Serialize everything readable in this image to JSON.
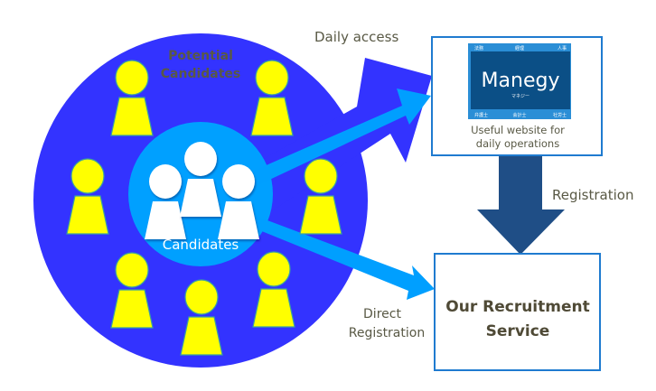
{
  "colors": {
    "outer_circle": "#3333ff",
    "inner_circle": "#00a0ff",
    "potential_person": "#ffff00",
    "potential_person_outline": "#3aa0a0",
    "candidate_person": "#ffffff",
    "big_arrow": "#3333ff",
    "light_arrow": "#009fff",
    "registration_arrow": "#1f4e86",
    "box_border": "#1f7bd0",
    "manegy_dark": "#0b4f86",
    "manegy_light": "#2a8ed6",
    "text": "#595945",
    "potential_label": "#ffff66"
  },
  "labels": {
    "potential_line1": "Potential",
    "potential_line2": "Candidates",
    "candidates": "Candidates",
    "daily_access": "Daily access",
    "registration": "Registration",
    "direct_line1": "Direct",
    "direct_line2": "Registration"
  },
  "manegy_box": {
    "logo_text": "Manegy",
    "logo_kana": "マネジー",
    "top_tags": [
      "法務",
      "経理",
      "人事"
    ],
    "bottom_tags": [
      "弁護士",
      "会計士",
      "社労士"
    ],
    "caption_line1": "Useful website for",
    "caption_line2": "daily operations"
  },
  "service_box": {
    "title_line1": "Our Recruitment",
    "title_line2": "Service"
  }
}
